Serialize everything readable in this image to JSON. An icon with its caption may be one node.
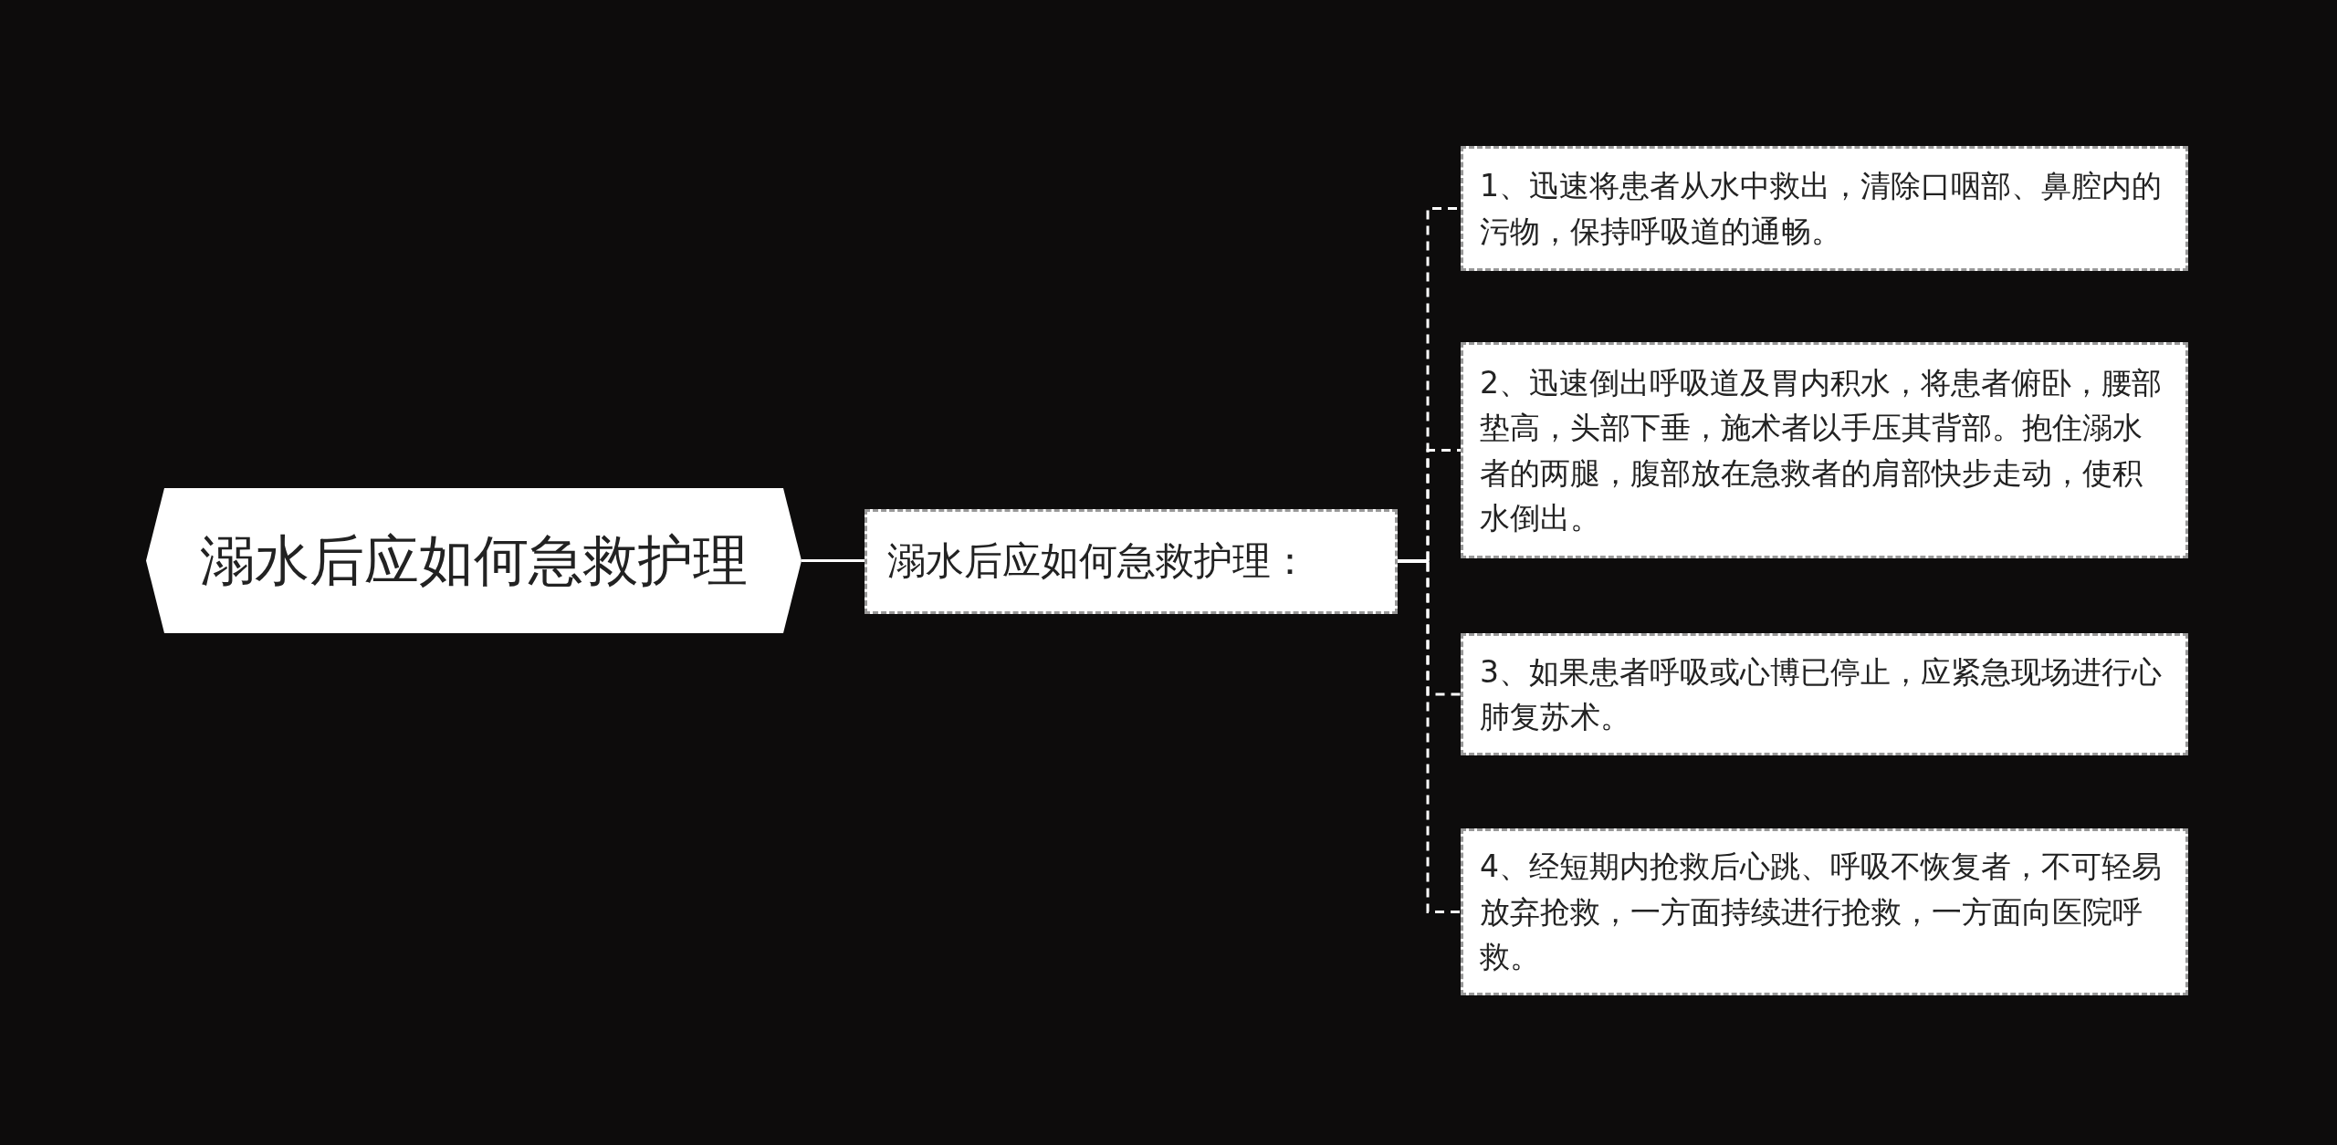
{
  "diagram": {
    "nodes": [
      {
        "text": [
          "溺水后应如何急救护理"
        ]
      },
      {
        "text": [
          "溺水后应如何急救护理："
        ]
      },
      {
        "text": [
          "1、迅速将患者从水中救出，清除口咽部、鼻腔内的污物，保持呼吸道的通畅。"
        ]
      },
      {
        "text": [
          "2、迅速倒出呼吸道及胃内积水，将患者俯卧，腰部垫高，头部下垂，施术者以手压其背部。抱住溺水者的两腿，腹部放在急救者的肩部快步走动，使积水倒出。"
        ]
      },
      {
        "text": [
          "3、如果患者呼吸或心博已停止，应紧急现场进行心肺复苏术。"
        ]
      },
      {
        "text": [
          "4、经短期内抢救后心跳、呼吸不恢复者，不可轻易放弃抢救，一方面持续进行抢救，一方面向医院呼救。"
        ]
      }
    ],
    "edges": [
      {
        "from": 0,
        "to": 1,
        "arrow": "none"
      },
      {
        "from": 1,
        "to": 2,
        "arrow": "none",
        "style": "dashed"
      },
      {
        "from": 1,
        "to": 3,
        "arrow": "none",
        "style": "dashed"
      },
      {
        "from": 1,
        "to": 4,
        "arrow": "none",
        "style": "dashed"
      },
      {
        "from": 1,
        "to": 5,
        "arrow": "none",
        "style": "dashed"
      }
    ]
  }
}
